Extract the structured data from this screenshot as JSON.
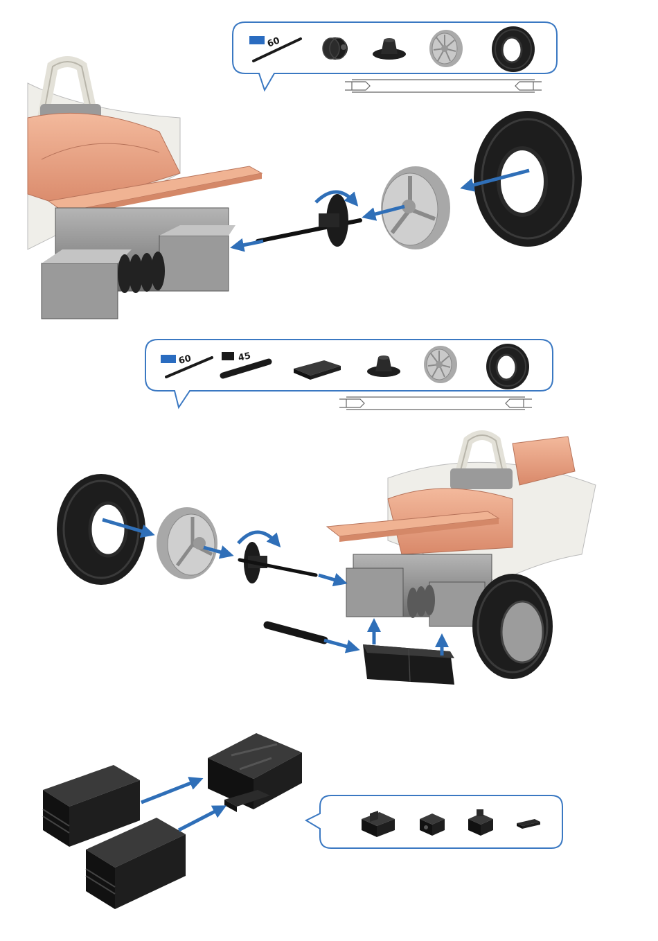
{
  "colors": {
    "arrow": "#2f6fb8",
    "callout_border": "#3a78c2",
    "axle_60_tag": "#2a6cc0",
    "axle_45_tag": "#1a1a1a",
    "body_salmon": "#e8a688",
    "body_white": "#efeee9",
    "grey_block": "#8a8a8a",
    "tire": "#222222",
    "rim": "#b8b8b8"
  },
  "steps": [
    {
      "parts": [
        {
          "icon": "axle-60-icon",
          "label": "60"
        },
        {
          "icon": "spring-collar-icon"
        },
        {
          "icon": "hub-nut-icon"
        },
        {
          "icon": "rim-icon"
        },
        {
          "icon": "tire-icon"
        }
      ]
    },
    {
      "parts": [
        {
          "icon": "axle-60-icon",
          "label": "60"
        },
        {
          "icon": "axle-45-icon",
          "label": "45"
        },
        {
          "icon": "flat-plate-icon"
        },
        {
          "icon": "hub-nut-icon"
        },
        {
          "icon": "rim-icon"
        },
        {
          "icon": "tire-icon"
        }
      ]
    },
    {
      "parts": [
        {
          "icon": "building-block-30-icon"
        },
        {
          "icon": "building-block-15-icon"
        },
        {
          "icon": "building-block-cross-icon"
        },
        {
          "icon": "small-connector-icon"
        }
      ]
    }
  ]
}
